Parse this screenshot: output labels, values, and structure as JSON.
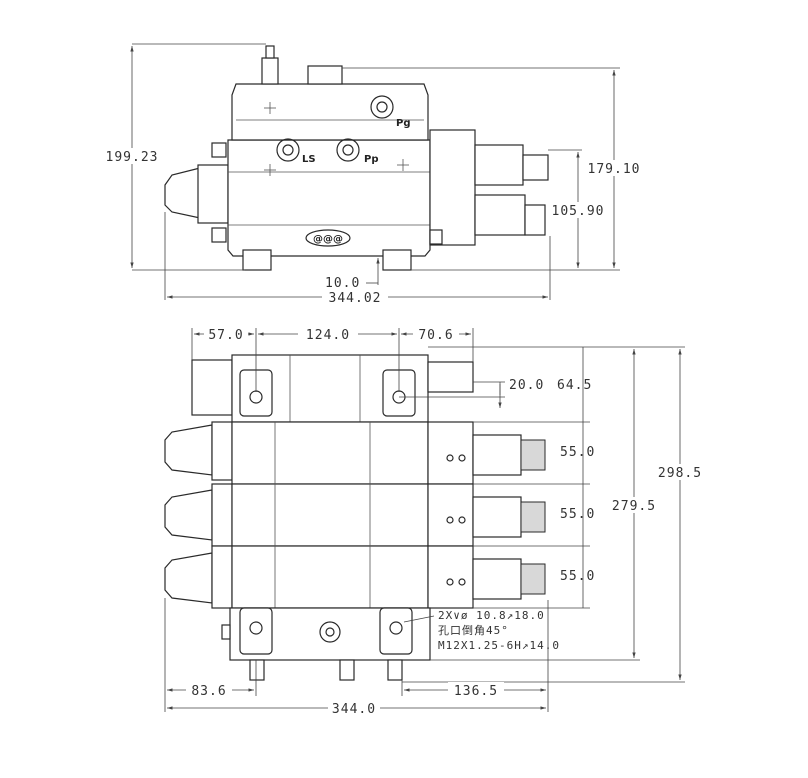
{
  "top_view": {
    "dims": {
      "overall_height": "199.23",
      "right_height": "179.10",
      "solenoid_height": "105.90",
      "base_offset": "10.0",
      "overall_width": "344.02"
    },
    "port_labels": {
      "pg": "Pg",
      "ls": "LS",
      "pp": "Pp"
    },
    "logo_text": "@@@"
  },
  "front_view": {
    "dims": {
      "left_offset": "57.0",
      "hole_spacing": "124.0",
      "right_offset": "70.6",
      "small_offset": "20.0",
      "head_height": "64.5",
      "section_1": "55.0",
      "section_2": "55.0",
      "section_3": "55.0",
      "inner_height": "279.5",
      "overall_height": "298.5",
      "bottom_left": "83.6",
      "bottom_right": "136.5",
      "overall_width": "344.0"
    },
    "notes": [
      "2X∨ø 10.8↗18.0",
      "孔口倒角45°",
      "M12X1.25-6H↗14.0"
    ]
  }
}
